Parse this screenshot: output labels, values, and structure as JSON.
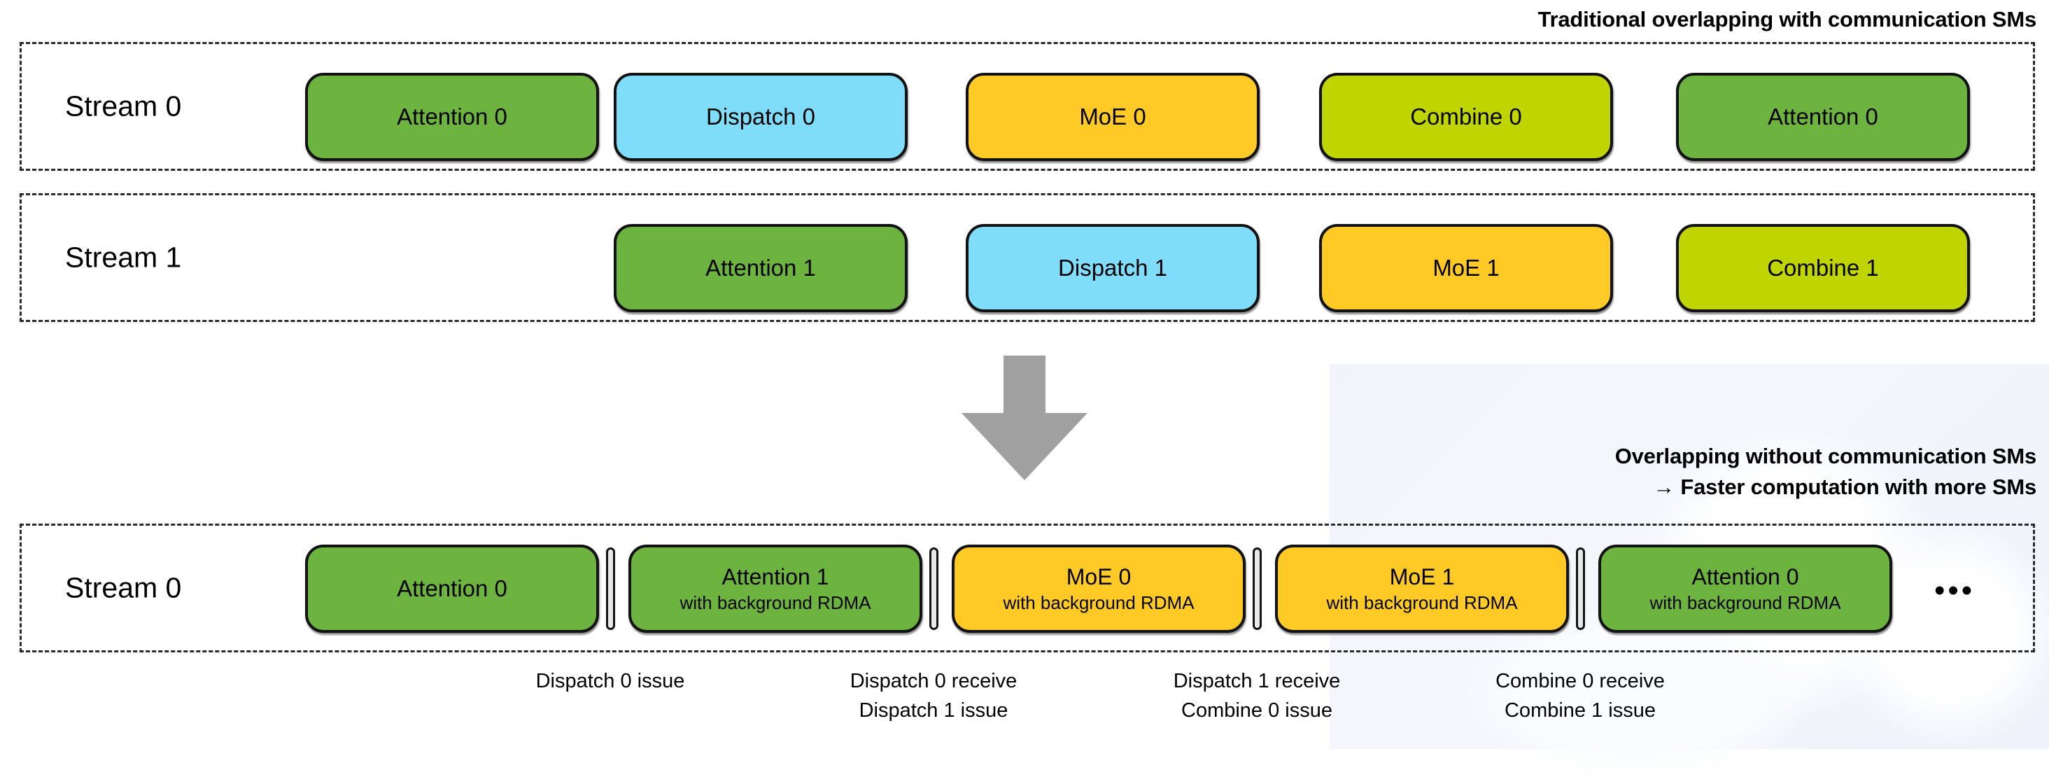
{
  "headings": {
    "top": "Traditional overlapping with communication SMs",
    "bottom_line1": "Overlapping without communication SMs",
    "bottom_line2": "→ Faster computation with more SMs"
  },
  "colors": {
    "attention": "#6DB33F",
    "dispatch": "#7FDDFA",
    "moe": "#FFC926",
    "combine": "#C0D500",
    "arrow": "#A0A0A0",
    "lane_border": "#2B2B2B",
    "block_border": "#121212",
    "separator_fill": "#E9E9E9"
  },
  "top_section": {
    "lanes": [
      {
        "label": "Stream 0",
        "blocks": [
          {
            "title": "Attention 0",
            "kind": "attention"
          },
          {
            "title": "Dispatch 0",
            "kind": "dispatch"
          },
          {
            "title": "MoE 0",
            "kind": "moe"
          },
          {
            "title": "Combine 0",
            "kind": "combine"
          },
          {
            "title": "Attention 0",
            "kind": "attention"
          }
        ]
      },
      {
        "label": "Stream 1",
        "blocks": [
          {
            "title": "Attention 1",
            "kind": "attention"
          },
          {
            "title": "Dispatch 1",
            "kind": "dispatch"
          },
          {
            "title": "MoE 1",
            "kind": "moe"
          },
          {
            "title": "Combine 1",
            "kind": "combine"
          }
        ]
      }
    ]
  },
  "bottom_section": {
    "lane": {
      "label": "Stream 0",
      "ellipsis": "•••",
      "blocks": [
        {
          "title": "Attention 0",
          "sub": "",
          "kind": "attention"
        },
        {
          "title": "Attention 1",
          "sub": "with background RDMA",
          "kind": "attention"
        },
        {
          "title": "MoE 0",
          "sub": "with background RDMA",
          "kind": "moe"
        },
        {
          "title": "MoE 1",
          "sub": "with background RDMA",
          "kind": "moe"
        },
        {
          "title": "Attention 0",
          "sub": "with background RDMA",
          "kind": "attention"
        }
      ]
    },
    "captions": [
      {
        "lines": [
          "Dispatch 0 issue"
        ]
      },
      {
        "lines": [
          "Dispatch 0 receive",
          "Dispatch 1 issue"
        ]
      },
      {
        "lines": [
          "Dispatch 1 receive",
          "Combine 0 issue"
        ]
      },
      {
        "lines": [
          "Combine 0 receive",
          "Combine 1 issue"
        ]
      }
    ]
  }
}
